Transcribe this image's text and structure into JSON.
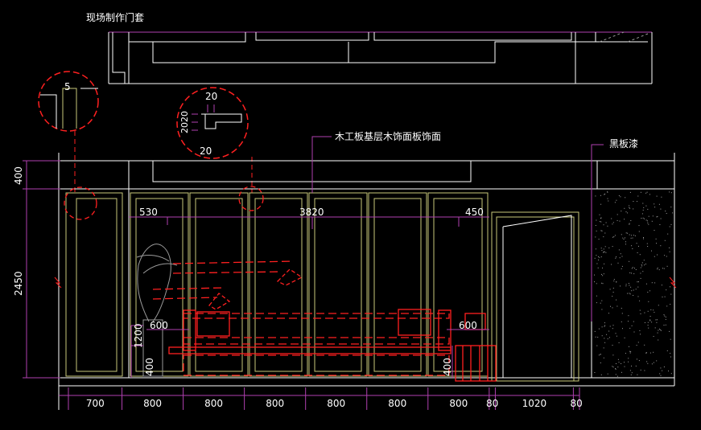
{
  "labels": {
    "door_casing": "现场制作门套",
    "wood_panel": "木工板基层木饰面板饰面",
    "chalkboard": "黑板漆"
  },
  "detail_top_left": {
    "dim": "5"
  },
  "detail_mid": {
    "dim_top": "20",
    "dim_side_a": "20",
    "dim_side_b": "20",
    "dim_bottom": "20"
  },
  "left_dims": {
    "top": "400",
    "main": "2450",
    "seat": "1200",
    "low": "400"
  },
  "mid_dims": {
    "left": "530",
    "center": "3820",
    "right": "450",
    "seat_left": "600",
    "seat_right": "600",
    "low_right": "400"
  },
  "bottom_dims": [
    "700",
    "800",
    "800",
    "800",
    "800",
    "800",
    "800",
    "80",
    "1020",
    "80"
  ],
  "colors": {
    "background": "#000000",
    "line_white": "#ffffff",
    "panel_yellow": "#c8c87a",
    "dim_magenta": "#b040b0",
    "red_detail": "#ff2020",
    "wall_gray": "#9a9a9a"
  }
}
